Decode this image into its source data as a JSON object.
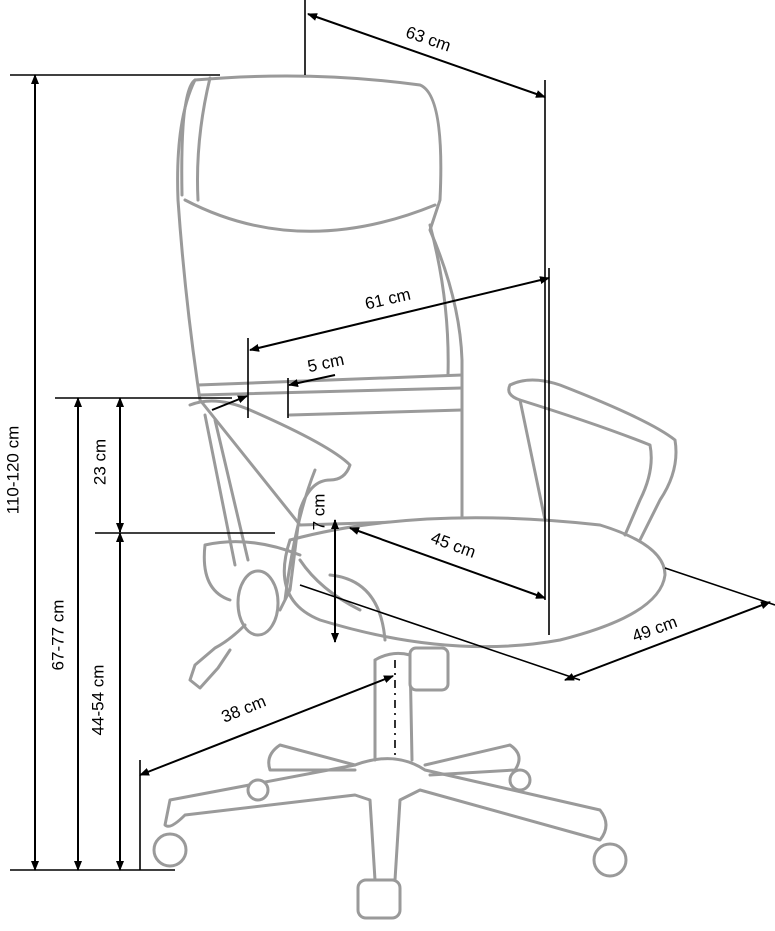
{
  "labels": {
    "depth_total": "63 cm",
    "width_total": "61 cm",
    "armrest_width": "5 cm",
    "armrest_height": "23 cm",
    "seat_adjust": "7 cm",
    "seat_depth": "45 cm",
    "seat_width": "49 cm",
    "base_radius": "38 cm",
    "total_height": "110-120 cm",
    "armrest_floor_height": "67-77 cm",
    "seat_height": "44-54 cm"
  },
  "colors": {
    "chair_outline": "#9a9a9a",
    "dimension_lines": "#000000"
  }
}
